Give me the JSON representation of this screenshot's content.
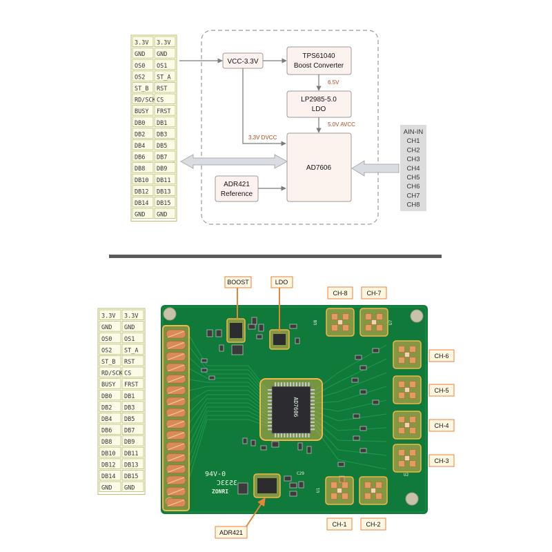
{
  "pin_header": {
    "left": [
      "3.3V",
      "GND",
      "OS0",
      "OS2",
      "ST_B",
      "RD/SCK",
      "BUSY",
      "DB0",
      "DB2",
      "DB4",
      "DB6",
      "DB8",
      "DB10",
      "DB12",
      "DB14",
      "GND"
    ],
    "right": [
      "3.3V",
      "GND",
      "OS1",
      "ST_A",
      "RST",
      "CS",
      "FRST",
      "DB1",
      "DB3",
      "DB5",
      "DB7",
      "DB9",
      "DB11",
      "DB13",
      "DB15",
      "GND"
    ]
  },
  "block_diagram": {
    "vcc_box": "VCC-3.3V",
    "boost": {
      "line1": "TPS61040",
      "line2": "Boost Converter"
    },
    "ldo": {
      "line1": "LP2985-5.0",
      "line2": "LDO"
    },
    "adc": "AD7606",
    "ref": {
      "line1": "ADR421",
      "line2": "Reference"
    },
    "v_6_5": "6.5V",
    "v_5_avcc": "5.0V AVCC",
    "v_3_3_dvcc": "3.3V DVCC",
    "ain": [
      "AIN-IN",
      "CH1",
      "CH2",
      "CH3",
      "CH4",
      "CH5",
      "CH6",
      "CH7",
      "CH8"
    ]
  },
  "board": {
    "tags": {
      "boost": "BOOST",
      "ldo": "LDO",
      "adr421": "ADR421"
    },
    "channels_top": [
      "CH-8",
      "CH-7"
    ],
    "channels_right": [
      "CH-6",
      "CH-5",
      "CH-4",
      "CH-3"
    ],
    "channels_bottom": [
      "CH-1",
      "CH-2"
    ],
    "silk_94v": "94V-0",
    "silk_date": "3533C",
    "silk_brand": "ZONRI",
    "silk_chip": "AD7606",
    "silk_c29": "C29",
    "silk_u8": "U8",
    "silk_u7": "U7",
    "silk_u1": "U1",
    "silk_u2": "U2"
  },
  "colors": {
    "pin_bg": "#fbfbe6",
    "pin_border": "#bcbc6a",
    "box_fill": "#fdf3ee",
    "box_border": "#9a9a9a",
    "arrow": "#8a8a8a",
    "voltage_label": "#b5451b",
    "pcb_green": "#0f7a3a",
    "highlight": "#f5b64a",
    "callout": "#e8833a"
  }
}
